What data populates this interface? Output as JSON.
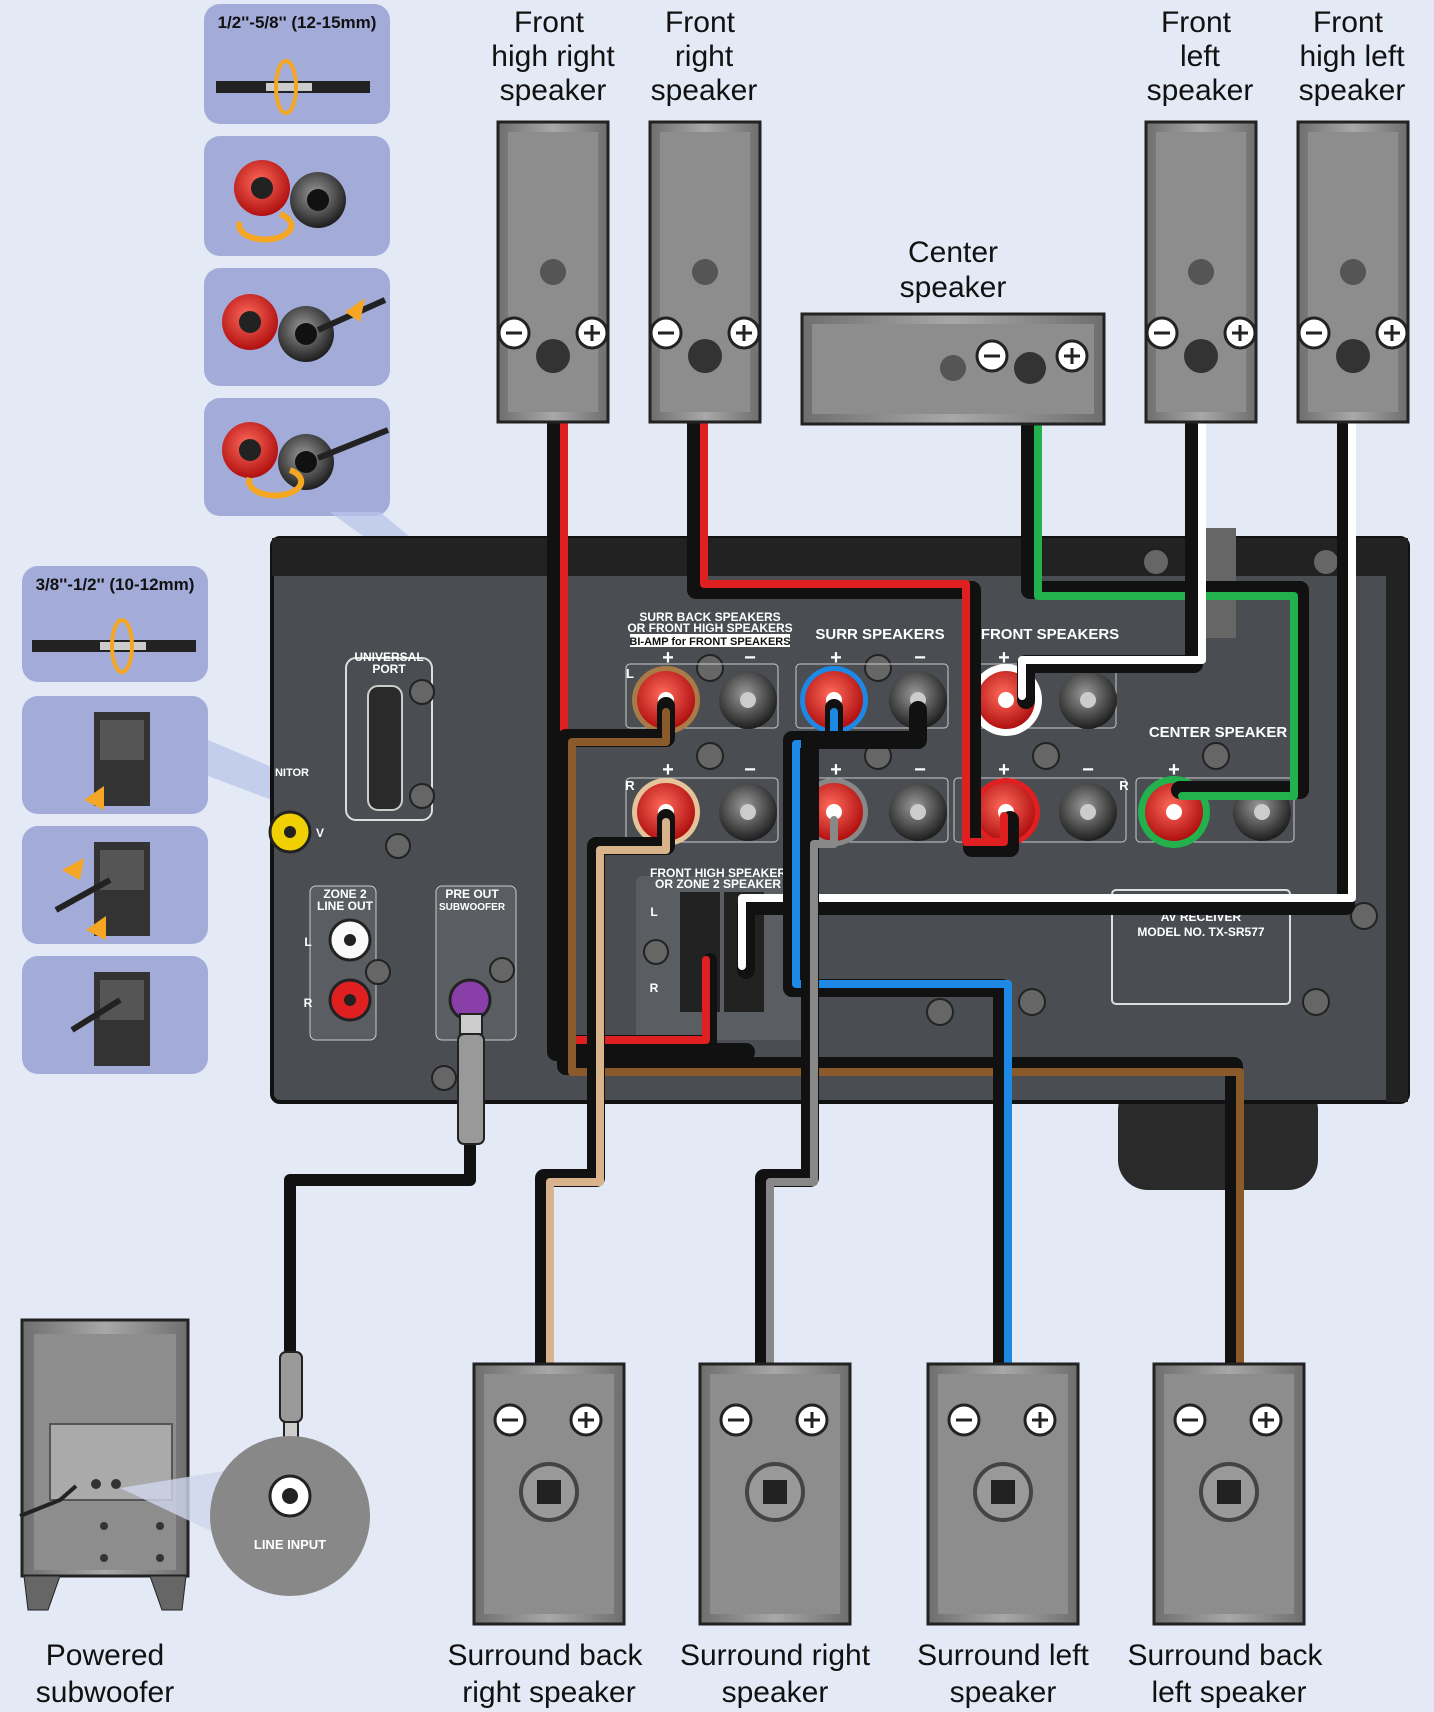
{
  "speakers_top": {
    "front_high_right": [
      "Front",
      "high right",
      "speaker"
    ],
    "front_right": [
      "Front",
      "right",
      "speaker"
    ],
    "center": [
      "Center",
      "speaker"
    ],
    "front_left": [
      "Front",
      "left",
      "speaker"
    ],
    "front_high_left": [
      "Front",
      "high left",
      "speaker"
    ]
  },
  "speakers_bottom": {
    "surround_back_right": [
      "Surround back",
      "right speaker"
    ],
    "surround_right": [
      "Surround right",
      "speaker"
    ],
    "surround_left": [
      "Surround left",
      "speaker"
    ],
    "surround_back_left": [
      "Surround back",
      "left speaker"
    ],
    "subwoofer": [
      "Powered",
      "subwoofer"
    ]
  },
  "strip_lengths": {
    "binding_post": "1/2''-5/8'' (12-15mm)",
    "spring_clip": "3/8''-1/2'' (10-12mm)"
  },
  "panel": {
    "surr_back_speakers": [
      "SURR BACK SPEAKERS",
      "OR FRONT HIGH SPEAKERS",
      "BI-AMP for FRONT SPEAKERS"
    ],
    "surr_speakers": "SURR SPEAKERS",
    "front_speakers": "FRONT SPEAKERS",
    "center_speaker": "CENTER SPEAKER",
    "universal_port": [
      "UNIVERSAL",
      "PORT"
    ],
    "monitor_partial": "NITOR",
    "v_label": "V",
    "zone2_line_out": [
      "ZONE 2",
      "LINE OUT"
    ],
    "pre_out_subwoofer": [
      "PRE OUT",
      "SUBWOOFER"
    ],
    "front_high_zone2": [
      "FRONT HIGH SPEAKER",
      "OR ZONE 2 SPEAKER"
    ],
    "model": [
      "AV RECEIVER",
      "MODEL NO. TX-SR577"
    ],
    "plus": "+",
    "minus": "−",
    "L": "L",
    "R": "R"
  },
  "line_input": "LINE INPUT",
  "colors": {
    "background": "#e3e9f5",
    "red": "#e02020",
    "green": "#22b14c",
    "blue": "#1e88e5",
    "brown": "#8b5a2b",
    "tan": "#d9b38c",
    "gray_wire": "#888888",
    "panel": "#4a4d52"
  }
}
